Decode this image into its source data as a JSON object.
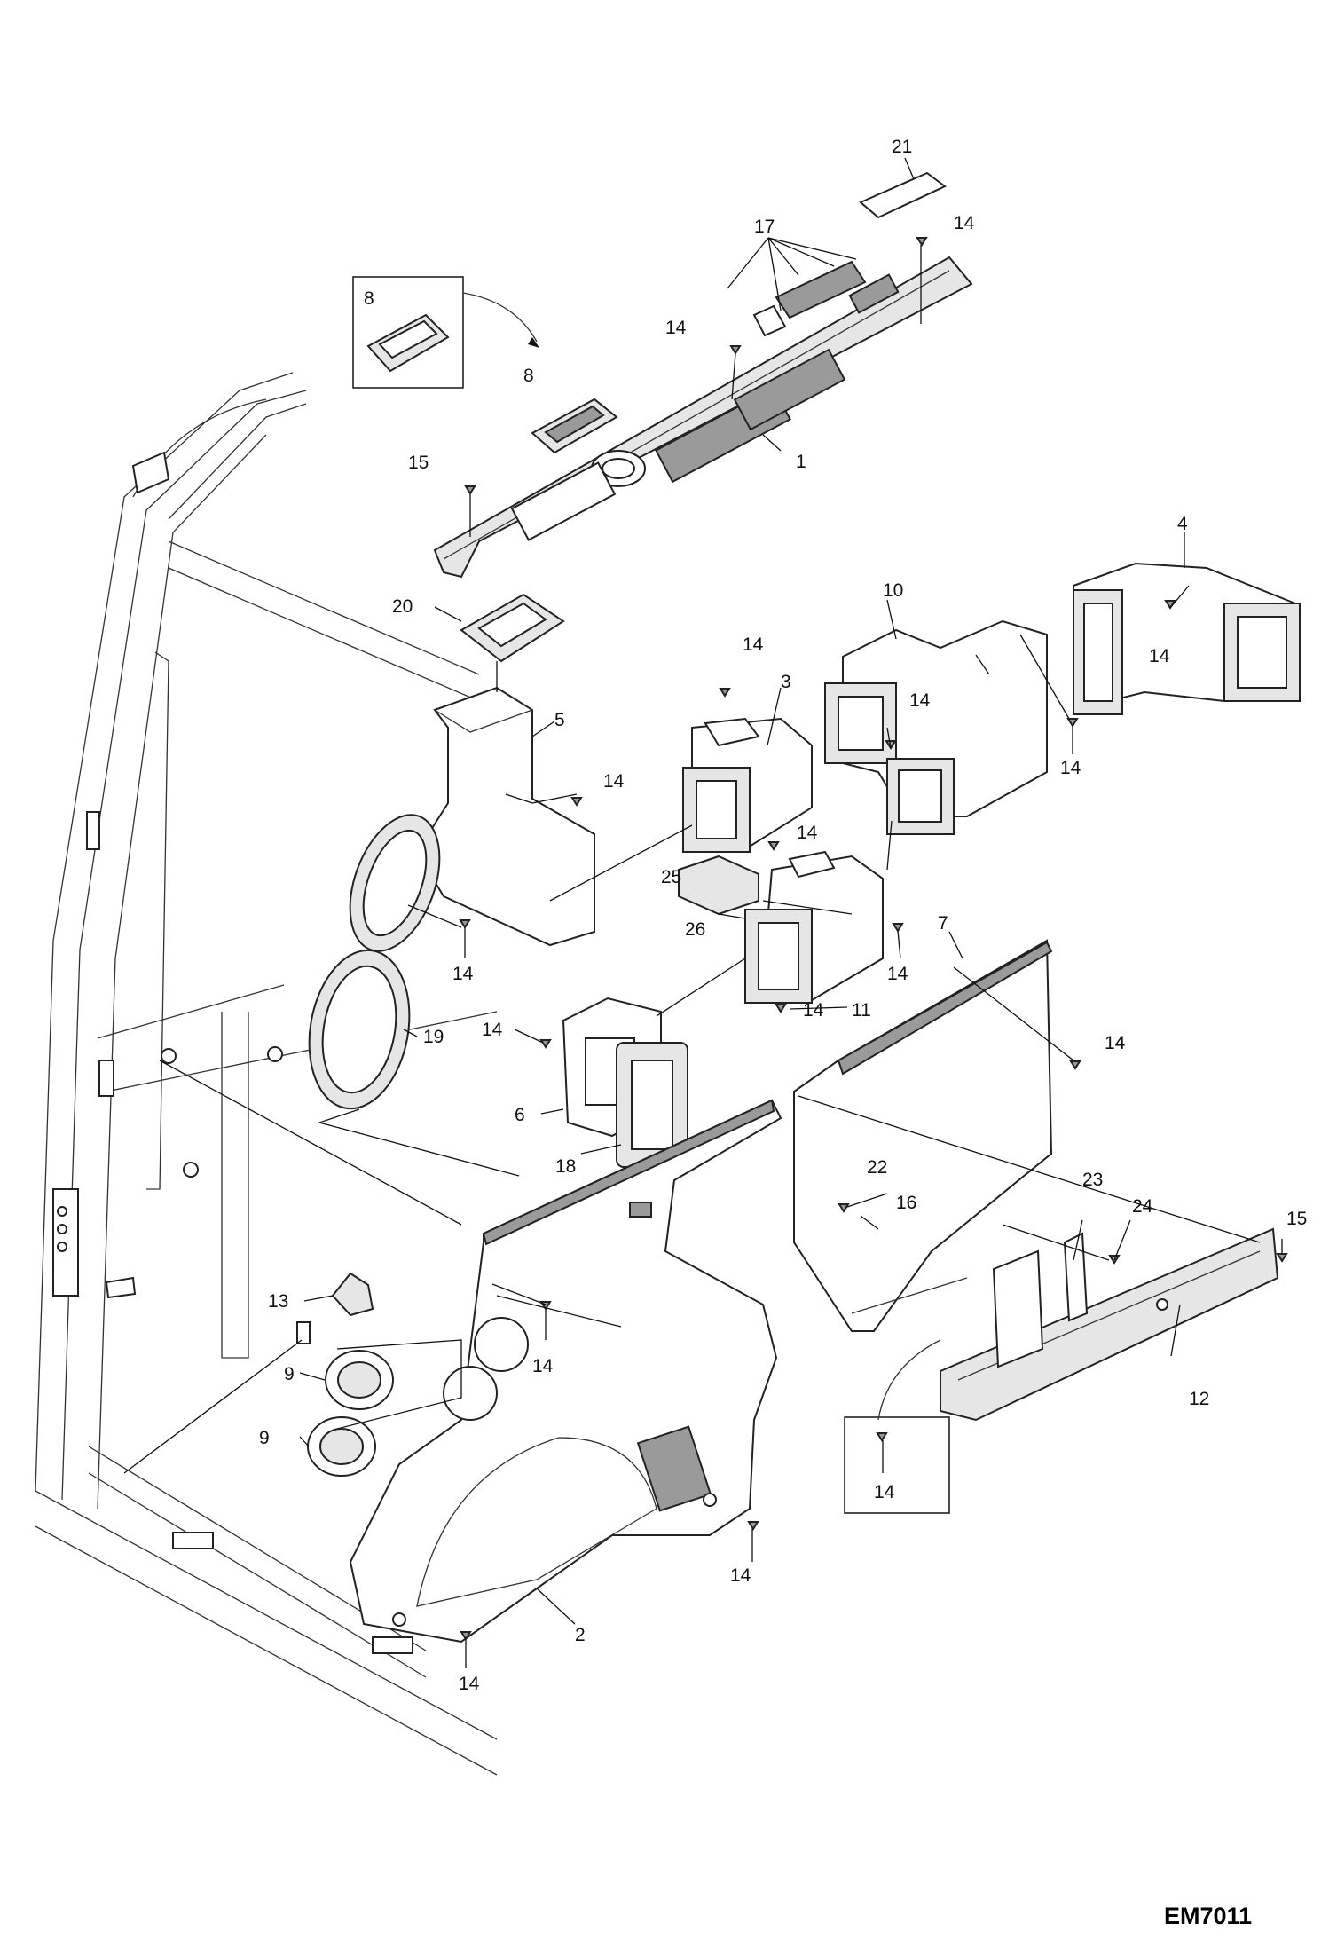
{
  "diagram": {
    "drawing_code": "EM7011",
    "callouts": [
      "1",
      "2",
      "3",
      "4",
      "5",
      "6",
      "7",
      "8",
      "9",
      "10",
      "11",
      "12",
      "13",
      "14",
      "15",
      "16",
      "17",
      "18",
      "19",
      "20",
      "21",
      "22",
      "23",
      "24",
      "25",
      "26"
    ]
  }
}
